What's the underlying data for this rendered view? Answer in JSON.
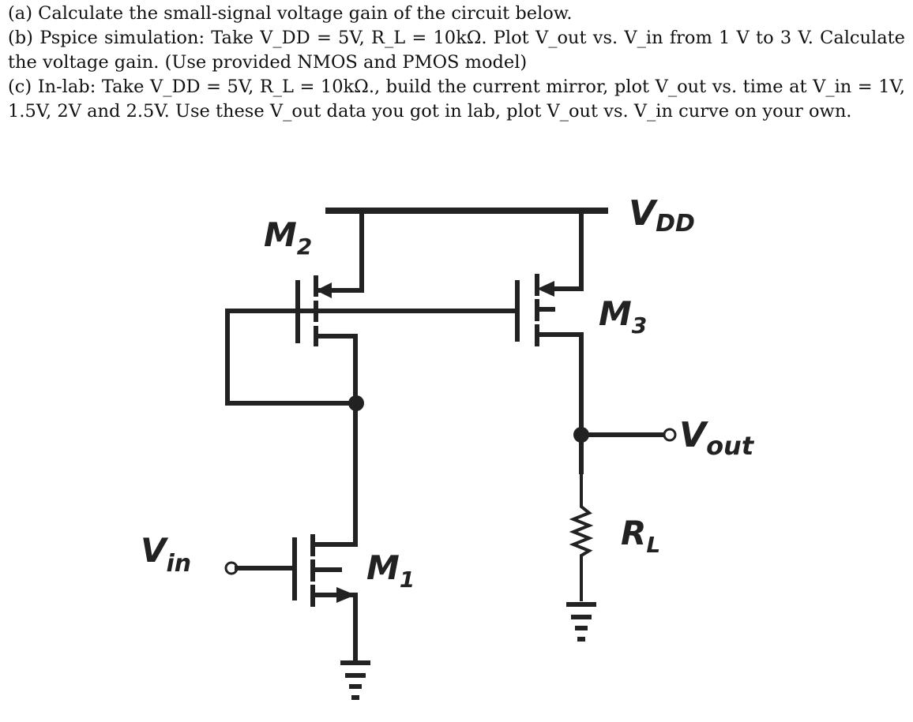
{
  "problem": {
    "a": "(a) Calculate the small-signal voltage gain of the circuit below.",
    "b": "(b) Pspice simulation: Take V_DD = 5V, R_L = 10kΩ. Plot V_out vs. V_in from 1 V to 3 V. Calculate the voltage gain. (Use provided NMOS and PMOS model)",
    "c": "(c) In-lab: Take V_DD = 5V, R_L = 10kΩ., build the current mirror, plot V_out vs. time at V_in = 1V, 1.5V, 2V and 2.5V. Use these V_out data you got in lab, plot V_out vs. V_in curve on your own."
  },
  "circuit": {
    "vdd": {
      "main": "V",
      "sub": "DD"
    },
    "m2": {
      "main": "M",
      "sub": "2"
    },
    "m3": {
      "main": "M",
      "sub": "3"
    },
    "m1": {
      "main": "M",
      "sub": "1"
    },
    "vin": {
      "main": "V",
      "sub": "in"
    },
    "vout": {
      "main": "V",
      "sub": "out"
    },
    "rl": {
      "main": "R",
      "sub": "L"
    }
  }
}
